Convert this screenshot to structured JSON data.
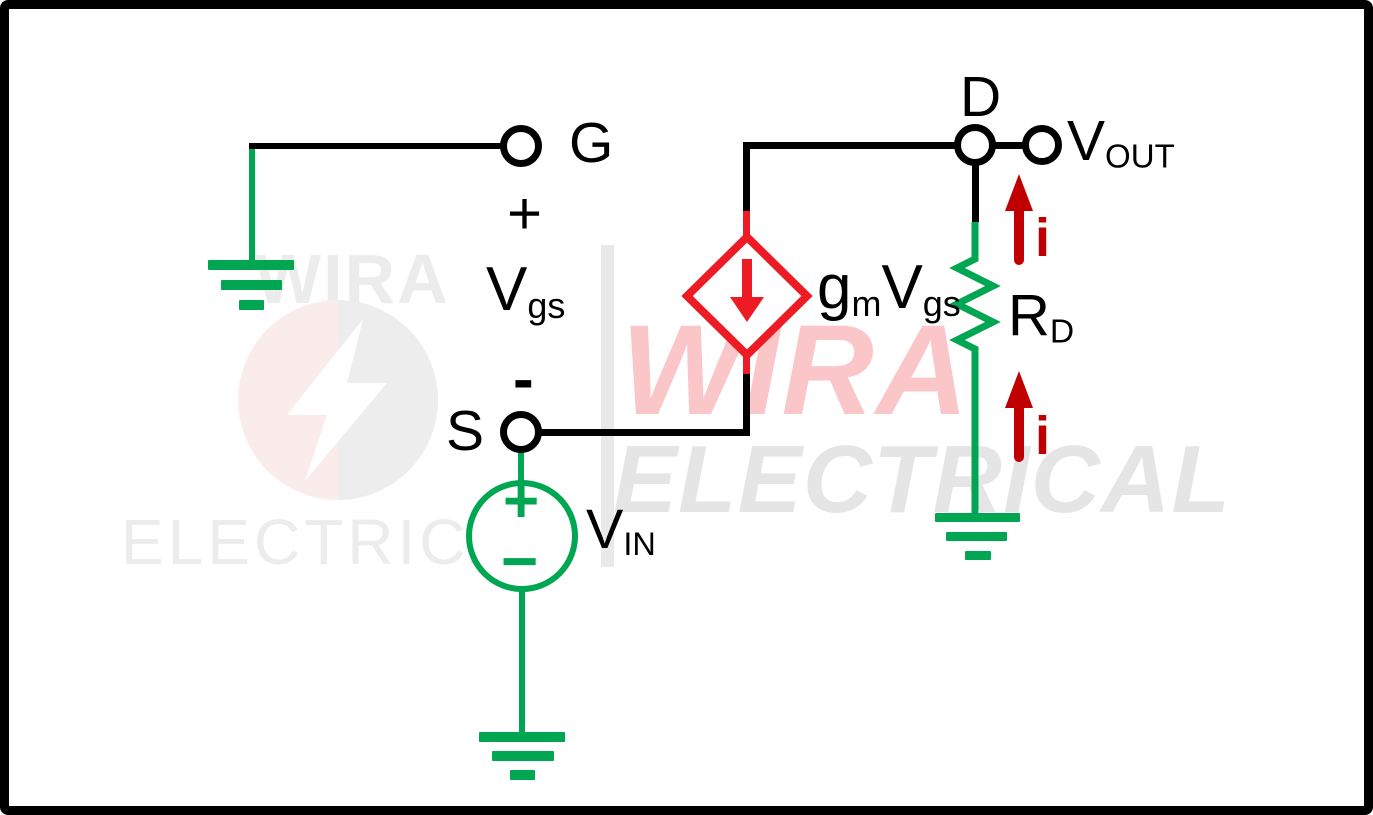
{
  "diagram_type": "small-signal equivalent circuit (common-gate MOSFET stage)",
  "labels": {
    "gate": "G",
    "drain": "D",
    "source": "S",
    "v_out": {
      "main": "V",
      "sub": "OUT"
    },
    "v_in": {
      "main": "V",
      "sub": "IN"
    },
    "v_gs": {
      "main": "V",
      "sub": "gs",
      "plus": "+",
      "minus": "-"
    },
    "dependent_source": {
      "main": "g",
      "sub": "m",
      "main2": "V",
      "sub2": "gs"
    },
    "r_d": {
      "main": "R",
      "sub": "D"
    },
    "current_top": "i",
    "current_bottom": "i",
    "vin_source": {
      "plus": "+",
      "minus": "−"
    }
  },
  "icons": {
    "dependent_current_source": "diamond-with-down-arrow",
    "resistor": "zigzag",
    "ground": "three-bar-ground",
    "voltage_source": "circle-plus-minus",
    "current_arrow": "up-arrow"
  },
  "watermark": {
    "left": {
      "brand": "WIRA",
      "word": "ELECTRICAL"
    },
    "right": {
      "brand": "WIRA",
      "word": "ELECTRICAL"
    }
  },
  "colors": {
    "wire_black": "#000000",
    "ground_green": "#00a651",
    "source_red": "#ed1c24",
    "current_red": "#c00000",
    "watermark_pink": "rgba(237,28,36,0.25)",
    "watermark_gray": "#ececec"
  }
}
